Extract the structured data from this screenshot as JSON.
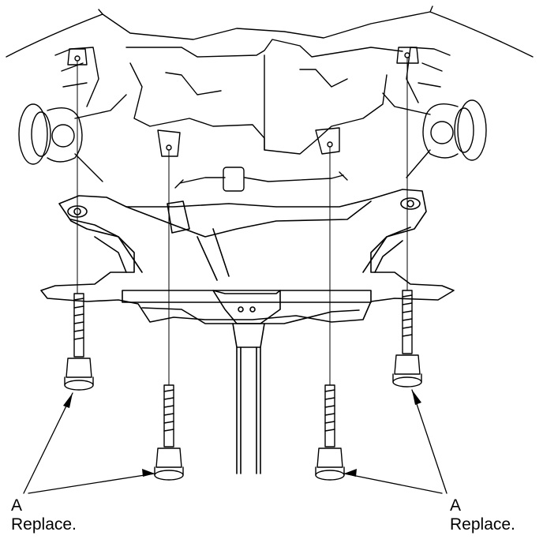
{
  "callouts": {
    "left": {
      "letter": "A",
      "note": "Replace."
    },
    "right": {
      "letter": "A",
      "note": "Replace."
    }
  },
  "colors": {
    "line": "#000000",
    "background": "#ffffff"
  }
}
